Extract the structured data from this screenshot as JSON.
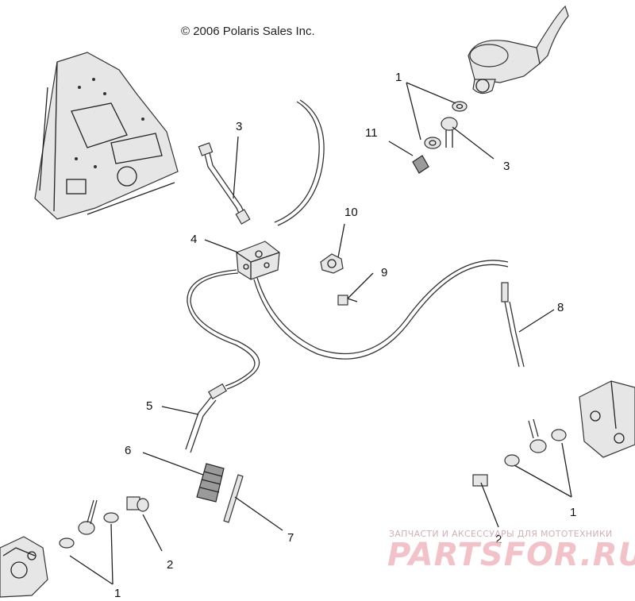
{
  "copyright": "© 2006 Polaris Sales Inc.",
  "callouts": {
    "c1_top": "1",
    "c11": "11",
    "c3_right": "3",
    "c3_left": "3",
    "c4": "4",
    "c10": "10",
    "c9": "9",
    "c8": "8",
    "c5": "5",
    "c6": "6",
    "c7": "7",
    "c2_left": "2",
    "c1_bottom_left": "1",
    "c2_right": "2",
    "c1_right": "1"
  },
  "watermark": {
    "tagline": "ЗАПЧАСТИ И АКСЕССУАРЫ ДЛЯ МОТОТЕХНИКИ",
    "brand": "PARTSFOR.RU",
    "color": "#e8808f"
  }
}
